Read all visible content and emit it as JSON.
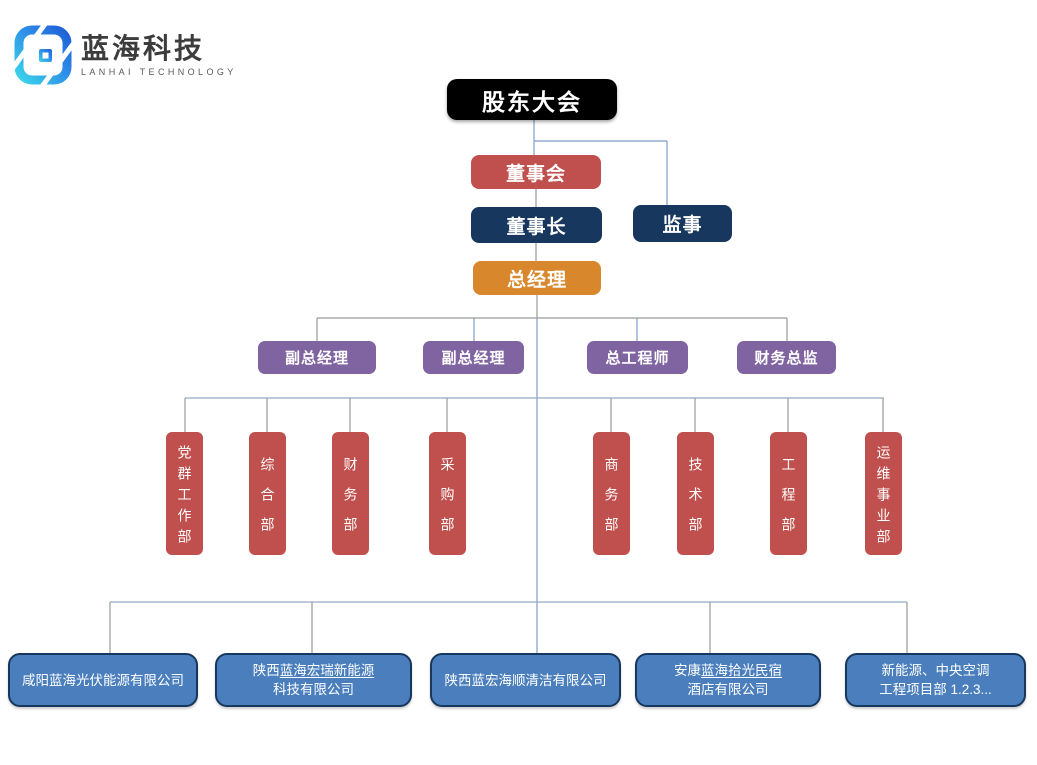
{
  "logo": {
    "name": "蓝海科技",
    "subtitle": "LANHAI TECHNOLOGY"
  },
  "org": {
    "shareholders": "股东大会",
    "board": "董事会",
    "chairman": "董事长",
    "supervisor": "监事",
    "general_manager": "总经理",
    "executives": [
      {
        "label": "副总经理"
      },
      {
        "label": "副总经理"
      },
      {
        "label": "总工程师"
      },
      {
        "label": "财务总监"
      }
    ],
    "departments": [
      {
        "label": "党群工作部"
      },
      {
        "label": "综合部"
      },
      {
        "label": "财务部"
      },
      {
        "label": "采购部"
      },
      {
        "label": "商务部"
      },
      {
        "label": "技术部"
      },
      {
        "label": "工程部"
      },
      {
        "label": "运维事业部"
      }
    ],
    "subsidiaries": [
      {
        "line1": "咸阳蓝海光伏能源有限公司"
      },
      {
        "pre": "陕西",
        "underlined": "蓝海宏瑞新能源",
        "line2": "科技有限公司"
      },
      {
        "line1": "陕西蓝宏海顺清洁有限公司"
      },
      {
        "pre": "安康",
        "underlined": "蓝海拾光民宿",
        "line2": "酒店有限公司"
      },
      {
        "line1": "新能源、中央空调",
        "line2": "工程项目部 1.2.3..."
      }
    ]
  },
  "colors": {
    "shareholders_bg": "#000000",
    "board_bg": "#c0504d",
    "navy_bg": "#17375e",
    "gm_bg": "#d9872d",
    "executive_bg": "#8064a2",
    "department_bg": "#c0504d",
    "subsidiary_bg": "#4a7ebd",
    "subsidiary_border": "#17375e",
    "line_blue": "#7e9dc8",
    "line_gray": "#9a9a9a",
    "logo_gradient_start": "#3bd4ea",
    "logo_gradient_end": "#1f5fd6"
  }
}
